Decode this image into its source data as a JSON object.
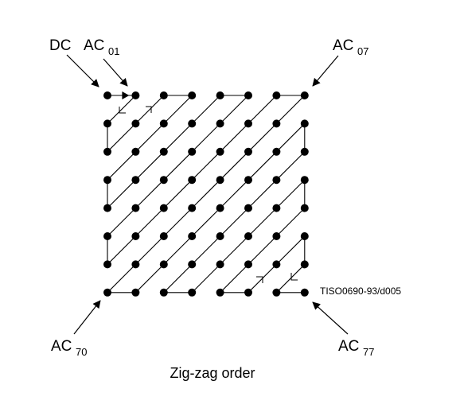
{
  "diagram": {
    "grid_size": 8,
    "corner_labels": {
      "dc": "DC",
      "ac01": {
        "main": "AC",
        "sub": "01"
      },
      "ac07": {
        "main": "AC",
        "sub": "07"
      },
      "ac70": {
        "main": "AC",
        "sub": "70"
      },
      "ac77": {
        "main": "AC",
        "sub": "77"
      }
    },
    "reference": "TISO0690-93/d005",
    "caption": "Zig-zag order",
    "colors": {
      "stroke": "#000000",
      "dot": "#000000",
      "background": "#ffffff"
    }
  }
}
